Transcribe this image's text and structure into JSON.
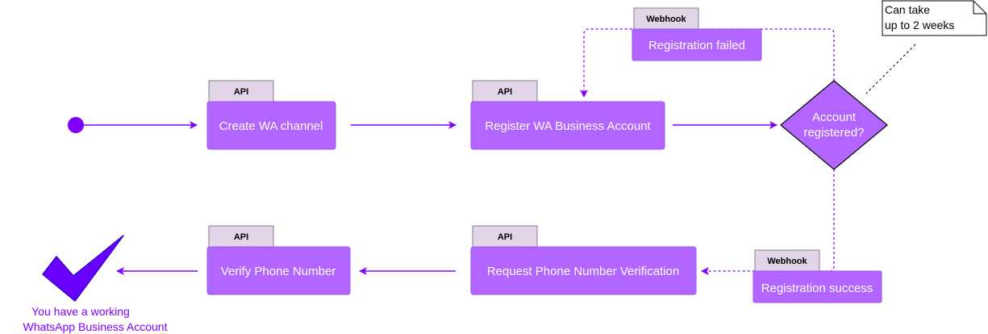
{
  "colors": {
    "node_fill": "#b266ff",
    "node_stroke": "#a155f0",
    "tag_fill": "#e1d5e7",
    "tag_stroke": "#8a7a90",
    "edge": "#7f00ff",
    "start": "#7f00ff",
    "check": "#6a00ff",
    "check_stroke": "#3700cc",
    "final_text": "#7f00ff"
  },
  "nodes": {
    "create_channel": {
      "tag": "API",
      "label": "Create WA channel"
    },
    "register_account": {
      "tag": "API",
      "label": "Register WA Business Account"
    },
    "registration_failed": {
      "tag": "Webhook",
      "label": "Registration failed"
    },
    "decision": {
      "line1": "Account",
      "line2": "registered?"
    },
    "registration_success": {
      "tag": "Webhook",
      "label": "Registration success"
    },
    "request_verification": {
      "tag": "API",
      "label": "Request Phone Number Verification"
    },
    "verify_phone": {
      "tag": "API",
      "label": "Verify Phone Number"
    }
  },
  "note": {
    "line1": "Can take",
    "line2": "up to 2 weeks"
  },
  "final": {
    "icon": "checkmark-icon",
    "line1": "You have a working",
    "line2": "WhatsApp Business Account"
  }
}
